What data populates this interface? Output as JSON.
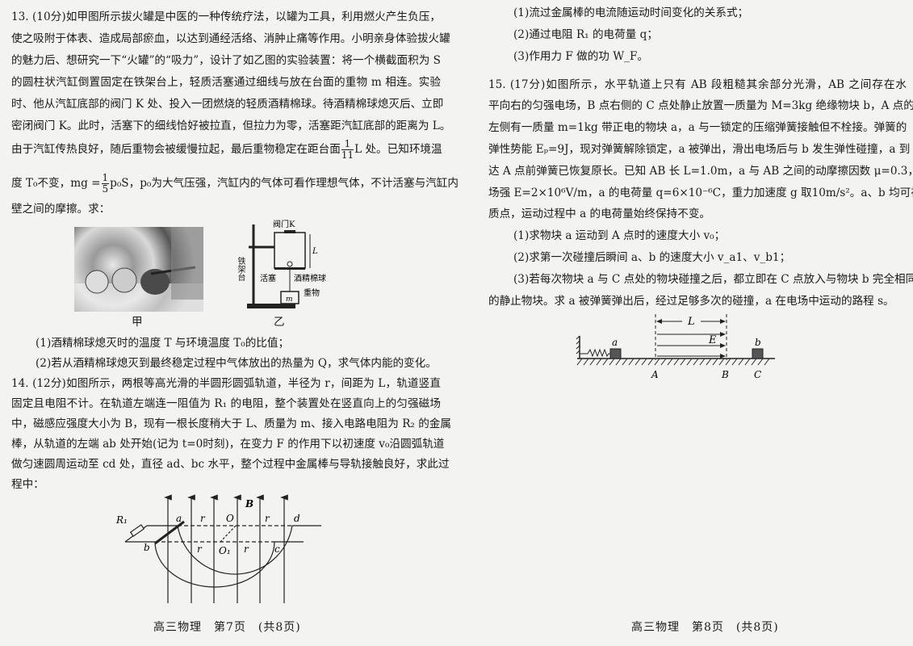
{
  "left_page": {
    "q13": {
      "lines": [
        "13. (10分)如甲图所示拔火罐是中医的一种传统疗法，以罐为工具，利用燃火产生负压，",
        "使之吸附于体表、造成局部瘀血，以达到通经活络、消肿止痛等作用。小明亲身体验拔火罐",
        "的魅力后、想研究一下“火罐”的“吸力”，设计了如乙图的实验装置：将一个横截面积为 S",
        "的圆柱状汽缸倒置固定在铁架台上，轻质活塞通过细线与放在台面的重物 m 相连。实验",
        "时、他从汽缸底部的阀门 K 处、投入一团燃烧的轻质酒精棉球。待酒精棉球熄灭后、立即",
        "密闭阀门 K。此时，活塞下的细线恰好被拉直，但拉力为零，活塞距汽缸底部的距离为 L。"
      ],
      "line7_a": "由于汽缸传热良好，随后重物会被缓慢拉起，最后重物稳定在距台面",
      "line7_frac_num": "1",
      "line7_frac_den": "11",
      "line7_b": "L 处。已知环境温",
      "line8_a": "度 T₀不变，mg =",
      "line8_frac_num": "1",
      "line8_frac_den": "5",
      "line8_b": "p₀S，p₀为大气压强，汽缸内的气体可看作理想气体，不计活塞与汽缸内",
      "line9": "壁之间的摩擦。求：",
      "fig_jia_caption": "甲",
      "fig_yi_caption": "乙",
      "fig_yi_labels": {
        "valve": "阀门K",
        "stand": "铁架台",
        "piston": "活塞",
        "cotton": "酒精棉球",
        "weight": "重物",
        "L": "L",
        "m": "m"
      },
      "sub": [
        "(1)酒精棉球熄灭时的温度 T 与环境温度 T₀的比值；",
        "(2)若从酒精棉球熄灭到最终稳定过程中气体放出的热量为 Q，求气体内能的变化。"
      ]
    },
    "q14": {
      "lines": [
        "14. (12分)如图所示，两根等高光滑的半圆形圆弧轨道，半径为 r，间距为 L，轨道竖直",
        "固定且电阻不计。在轨道左端连一阻值为 R₁ 的电阻，整个装置处在竖直向上的匀强磁场",
        "中，磁感应强度大小为 B，现有一根长度稍大于 L、质量为 m、接入电路电阻为 R₂ 的金属",
        "棒，从轨道的左端 ab 处开始(记为 t=0时刻)，在变力 F 的作用下以初速度 v₀沿圆弧轨道",
        "做匀速圆周运动至 cd 处，直径 ad、bc 水平，整个过程中金属棒与导轨接触良好，求此过",
        "程中："
      ],
      "fig_labels": {
        "R1": "R₁",
        "a": "a",
        "b": "b",
        "c": "c",
        "d": "d",
        "O": "O",
        "O1": "O₁",
        "B": "B",
        "r": "r"
      }
    },
    "footer": "高三物理　第7页　(共8页)"
  },
  "right_page": {
    "q14_sub": [
      "(1)流过金属棒的电流随运动时间变化的关系式；",
      "(2)通过电阻 R₁ 的电荷量 q；",
      "(3)作用力 F 做的功 W_F。"
    ],
    "q15": {
      "lines": [
        "15. (17分)如图所示，水平轨道上只有 AB 段粗糙其余部分光滑，AB 之间存在水",
        "平向右的匀强电场，B 点右侧的 C 点处静止放置一质量为 M=3kg 绝缘物块 b，A 点的",
        "左侧有一质量 m=1kg 带正电的物块 a，a 与一锁定的压缩弹簧接触但不栓接。弹簧的",
        "弹性势能 Eₚ=9J，现对弹簧解除锁定，a 被弹出，滑出电场后与 b 发生弹性碰撞，a 到",
        "达 A 点前弹簧已恢复原长。已知 AB 长 L=1.0m，a 与 AB 之间的动摩擦因数 μ=0.3，",
        "场强 E=2×10⁶V/m，a 的电荷量 q=6×10⁻⁶C，重力加速度 g 取10m/s²。a、b 均可视为",
        "质点，运动过程中 a 的电荷量始终保持不变。"
      ],
      "sub": [
        "(1)求物块 a 运动到 A 点时的速度大小 v₀；",
        "(2)求第一次碰撞后瞬间 a、b 的速度大小 v_a1、v_b1；",
        "(3)若每次物块 a 与 C 点处的物块碰撞之后，都立即在 C 点放入与物块 b 完全相同"
      ],
      "last_line": "的静止物块。求 a 被弹簧弹出后，经过足够多次的碰撞，a 在电场中运动的路程 s。",
      "fig_labels": {
        "L": "L",
        "E": "E",
        "a": "a",
        "b": "b",
        "A": "A",
        "B": "B",
        "C": "C"
      }
    },
    "footer": "高三物理　第8页　(共8页)"
  }
}
